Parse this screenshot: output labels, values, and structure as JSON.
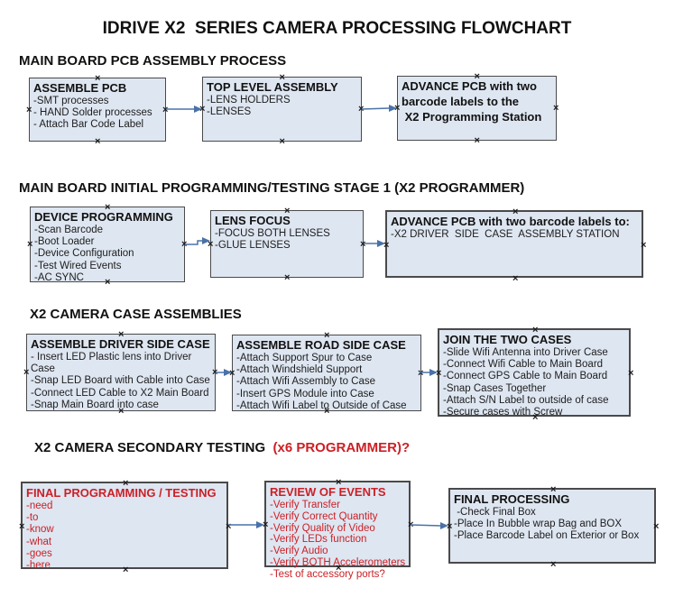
{
  "title": "IDRIVE X2  SERIES CAMERA PROCESSING FLOWCHART",
  "colors": {
    "accent_red": "#cb2026",
    "box_fill": "#dee6f1",
    "box_border": "#4a4a4a",
    "arrow_blue": "#4a72a8",
    "text_black": "#111111"
  },
  "icons": {
    "connection_handle_glyph": "×"
  },
  "sections": {
    "pcb_assembly": {
      "heading": "MAIN BOARD PCB ASSEMBLY PROCESS"
    },
    "initial_programming": {
      "heading": "MAIN BOARD INITIAL PROGRAMMING/TESTING STAGE 1 (X2 PROGRAMMER)"
    },
    "case_assemblies": {
      "heading": "X2 CAMERA CASE ASSEMBLIES"
    },
    "secondary_testing": {
      "heading_black": "X2 CAMERA SECONDARY TESTING  ",
      "heading_red": "(x6 PROGRAMMER)?"
    }
  },
  "boxes": {
    "assemble_pcb": {
      "title": "ASSEMBLE PCB",
      "items": [
        "-SMT processes",
        "- HAND Solder processes",
        "- Attach Bar Code Label"
      ]
    },
    "top_level_assembly": {
      "title": "TOP LEVEL ASSEMBLY",
      "items": [
        "-LENS HOLDERS",
        "-LENSES"
      ]
    },
    "advance_to_programming": {
      "title": "ADVANCE PCB with two\nbarcode labels to the\n X2 Programming Station",
      "items": []
    },
    "device_programming": {
      "title": "DEVICE PROGRAMMING",
      "items": [
        "-Scan Barcode",
        "-Boot Loader",
        "-Device Configuration",
        "-Test Wired Events",
        "-AC SYNC"
      ]
    },
    "lens_focus": {
      "title": "LENS FOCUS",
      "items": [
        "-FOCUS BOTH LENSES",
        "-GLUE LENSES"
      ]
    },
    "advance_to_case_assembly": {
      "title": "ADVANCE PCB with two barcode labels to:",
      "items": [
        "-X2 DRIVER  SIDE  CASE  ASSEMBLY STATION"
      ]
    },
    "assemble_driver_side_case": {
      "title": "ASSEMBLE DRIVER SIDE CASE",
      "items": [
        "- Insert LED Plastic lens into Driver Case",
        "-Snap LED Board with Cable into Case",
        "-Connect LED Cable to X2 Main Board",
        "-Snap Main Board into case"
      ]
    },
    "assemble_road_side_case": {
      "title": "ASSEMBLE ROAD SIDE CASE",
      "items": [
        "-Attach Support Spur to Case",
        "-Attach Windshield Support",
        "-Attach Wifi Assembly to Case",
        "-Insert GPS Module into Case",
        "-Attach Wifi Label to Outside of Case"
      ]
    },
    "join_the_two_cases": {
      "title": "JOIN THE TWO CASES",
      "items": [
        "-Slide Wifi Antenna into Driver Case",
        "-Connect Wifi Cable to Main Board",
        "-Connect GPS Cable to Main Board",
        "-Snap Cases Together",
        "-Attach S/N Label to outside of case",
        "-Secure cases with Screw"
      ]
    },
    "final_programming_testing": {
      "title": "FINAL PROGRAMMING / TESTING",
      "items": [
        "-need",
        "-to",
        "-know",
        "-what",
        "-goes",
        "-here"
      ]
    },
    "review_of_events": {
      "title": "REVIEW OF EVENTS",
      "items": [
        "-Verify Transfer",
        "-Verify Correct Quantity",
        "-Verify Quality of Video",
        "-Verify LEDs function",
        "-Verify Audio",
        "-Verify BOTH Accelerometers",
        "-Test of accessory ports?"
      ]
    },
    "final_processing": {
      "title": "FINAL PROCESSING",
      "items": [
        " -Check Final Box",
        "-Place In Bubble wrap Bag and BOX",
        "-Place Barcode Label on Exterior or Box"
      ]
    }
  }
}
